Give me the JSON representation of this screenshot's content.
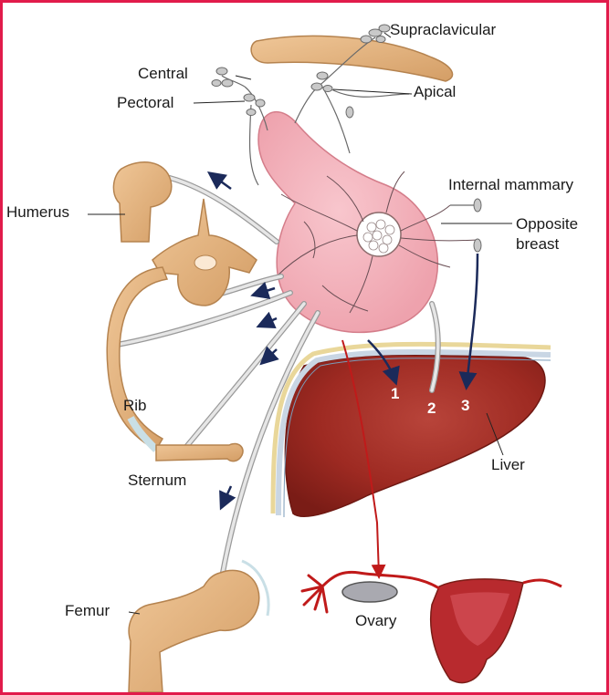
{
  "labels": {
    "supraclavicular": "Supraclavicular",
    "central": "Central",
    "apical": "Apical",
    "pectoral": "Pectoral",
    "internal_mammary": "Internal mammary",
    "opposite_breast_line1": "Opposite",
    "opposite_breast_line2": "breast",
    "humerus": "Humerus",
    "rib": "Rib",
    "sternum": "Sternum",
    "liver": "Liver",
    "femur": "Femur",
    "ovary": "Ovary"
  },
  "route_numbers": [
    "1",
    "2",
    "3"
  ],
  "colors": {
    "frame": "#e11b4b",
    "breast": "#f4aeb8",
    "bone": "#e3b27e",
    "liver": "#9e2a22",
    "uterus": "#b82a2e",
    "vessel": "#c9c9c9",
    "arrow": "#1b2a5a"
  }
}
